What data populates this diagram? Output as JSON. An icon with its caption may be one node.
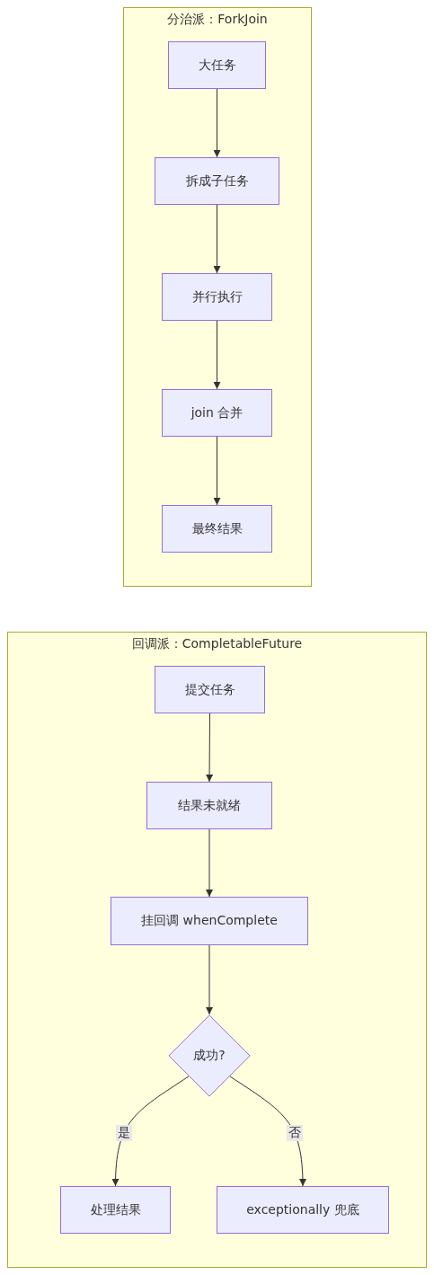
{
  "diagram": {
    "nodes": [
      {
        "text": [
          "分治派：ForkJoin"
        ]
      },
      {
        "text": [
          "大任务"
        ],
        "in": 0
      },
      {
        "text": [
          "拆成子任务"
        ],
        "in": 0
      },
      {
        "text": [
          "并行执行"
        ],
        "in": 0
      },
      {
        "text": [
          "join 合并"
        ],
        "in": 0
      },
      {
        "text": [
          "最终结果"
        ],
        "in": 0
      },
      {
        "text": [
          "回调派：CompletableFuture"
        ]
      },
      {
        "text": [
          "提交任务"
        ],
        "in": 6
      },
      {
        "text": [
          "结果未就绪"
        ],
        "in": 6
      },
      {
        "text": [
          "挂回调 whenComplete"
        ],
        "in": 6
      },
      {
        "text": [
          "成功?"
        ],
        "in": 6
      },
      {
        "text": [
          "处理结果"
        ],
        "in": 6
      },
      {
        "text": [
          "exceptionally 兜底"
        ],
        "in": 6
      }
    ],
    "edges": [
      {
        "from": 1,
        "to": 2,
        "arrow": "to"
      },
      {
        "from": 2,
        "to": 3,
        "arrow": "to"
      },
      {
        "from": 3,
        "to": 4,
        "arrow": "to"
      },
      {
        "from": 4,
        "to": 5,
        "arrow": "to"
      },
      {
        "from": 7,
        "to": 8,
        "arrow": "to"
      },
      {
        "from": 8,
        "to": 9,
        "arrow": "to"
      },
      {
        "from": 9,
        "to": 10,
        "arrow": "to"
      },
      {
        "from": 10,
        "to": 11,
        "arrow": "to",
        "label": "是"
      },
      {
        "from": 10,
        "to": 12,
        "arrow": "to",
        "label": "否"
      }
    ]
  }
}
